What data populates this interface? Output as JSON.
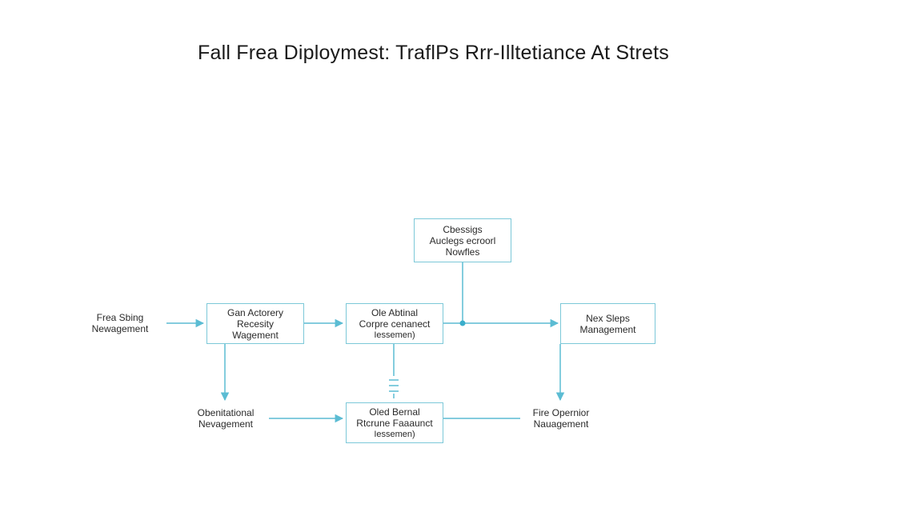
{
  "title": "Fall Frea Diploymest: TraflPs Rrr-Illtetiance At Strets",
  "colors": {
    "line": "#5bbcd3",
    "box_border": "#7cc8d8",
    "text": "#2a2a2a"
  },
  "nodes": {
    "top": {
      "lines": [
        "Cbessigs",
        "Auclegs ecroorl",
        "Nowfles"
      ]
    },
    "left": {
      "lines": [
        "Frea Sbing",
        "Newagement"
      ]
    },
    "a": {
      "lines": [
        "Gan Actorery",
        "Recesity",
        "Wagement"
      ]
    },
    "b": {
      "lines": [
        "Ole Abtinal",
        "Corpre cenanect",
        "Iessemen)"
      ]
    },
    "right": {
      "lines": [
        "Nex Sleps",
        "Management"
      ]
    },
    "bl": {
      "lines": [
        "Obenitational",
        "Nevagement"
      ]
    },
    "c": {
      "lines": [
        "Oled Bernal",
        "Rtcrune Faaaunct",
        "Iessemen)"
      ]
    },
    "br": {
      "lines": [
        "Fire Opernior",
        "Nauagement"
      ]
    }
  }
}
